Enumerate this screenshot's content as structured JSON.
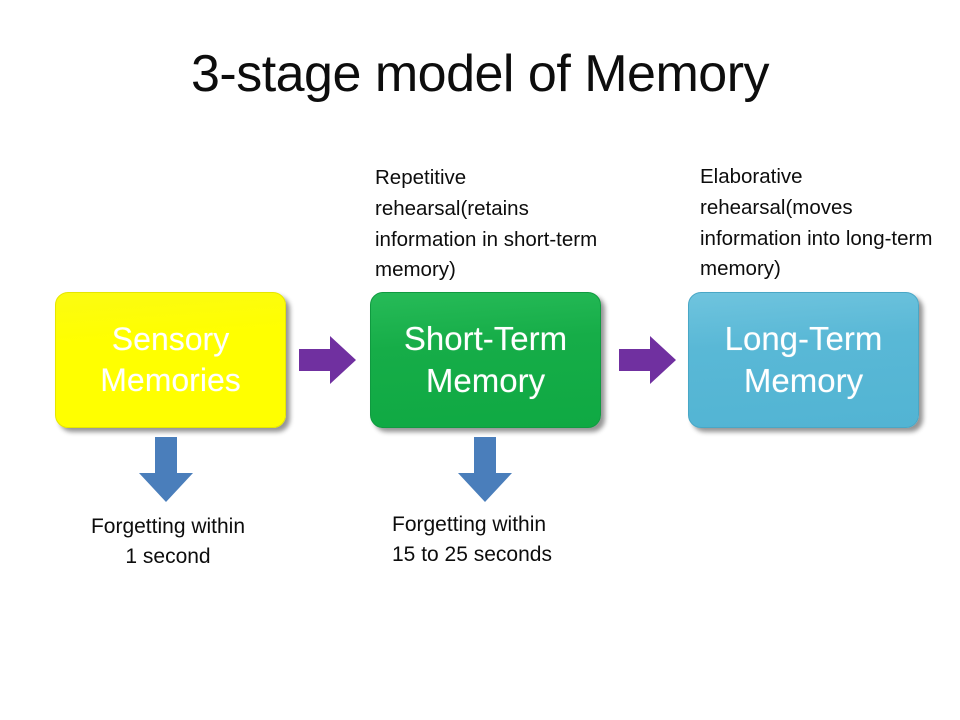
{
  "page": {
    "title": "3-stage model of Memory",
    "background_color": "#ffffff"
  },
  "stages": [
    {
      "id": "sensory",
      "label": "Sensory\nMemories",
      "fill_color": "#ffff00",
      "text_color": "#ffffff"
    },
    {
      "id": "short-term",
      "label": "Short-Term\nMemory",
      "fill_color": "#14ad48",
      "text_color": "#ffffff"
    },
    {
      "id": "long-term",
      "label": "Long-Term\nMemory",
      "fill_color": "#5bb8d7",
      "text_color": "#ffffff"
    }
  ],
  "transitions": [
    {
      "id": "repetitive",
      "note": "Repetitive rehearsal(retains information in short-term memory)",
      "arrow_color": "#7030a0",
      "arrow_icon": "arrow-right-icon"
    },
    {
      "id": "elaborative",
      "note": "Elaborative rehearsal(moves information into long-term memory)",
      "arrow_color": "#7030a0",
      "arrow_icon": "arrow-right-icon"
    }
  ],
  "forgetting": [
    {
      "id": "sensory",
      "note": "Forgetting within\n1 second",
      "arrow_color": "#4a7ebb",
      "arrow_icon": "arrow-down-icon"
    },
    {
      "id": "short-term",
      "note": "Forgetting within\n15 to 25 seconds",
      "arrow_color": "#4a7ebb",
      "arrow_icon": "arrow-down-icon"
    }
  ]
}
